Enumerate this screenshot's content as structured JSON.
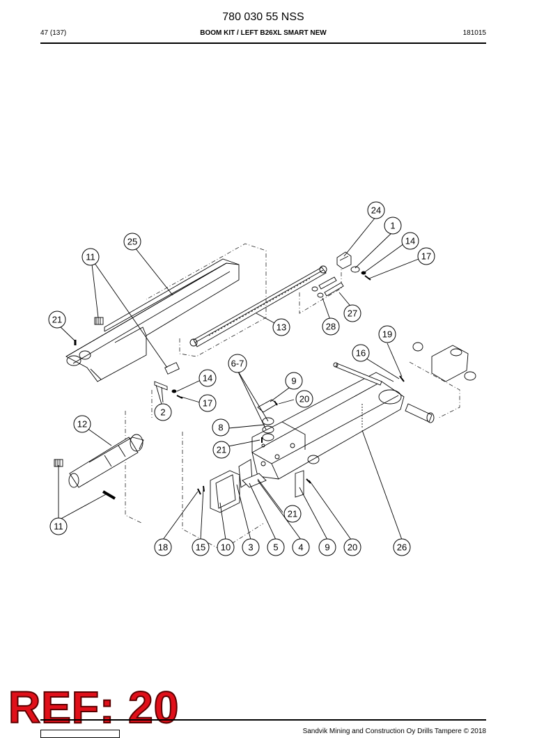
{
  "document": {
    "number": "780 030 55 NSS",
    "page_ref": "47 (137)",
    "title": "BOOM KIT / LEFT B26XL SMART NEW",
    "date_code": "181015"
  },
  "callouts": {
    "c24": "24",
    "c1": "1",
    "c14a": "14",
    "c17a": "17",
    "c25": "25",
    "c11a": "11",
    "c21a": "21",
    "c13": "13",
    "c28": "28",
    "c27": "27",
    "c19": "19",
    "c16": "16",
    "c67": "6-7",
    "c9a": "9",
    "c20a": "20",
    "c14b": "14",
    "c17b": "17",
    "c2": "2",
    "c12": "12",
    "c8": "8",
    "c21b": "21",
    "c11b": "11",
    "c21c": "21",
    "b18": "18",
    "b15": "15",
    "b10": "10",
    "b3": "3",
    "b5": "5",
    "b4": "4",
    "b9": "9",
    "b20": "20",
    "b26": "26"
  },
  "stamp": {
    "text": "REF: 20",
    "color": "#e0101a"
  },
  "footer": {
    "text": "Sandvik Mining and Construction Oy Drills Tampere © 2018"
  }
}
